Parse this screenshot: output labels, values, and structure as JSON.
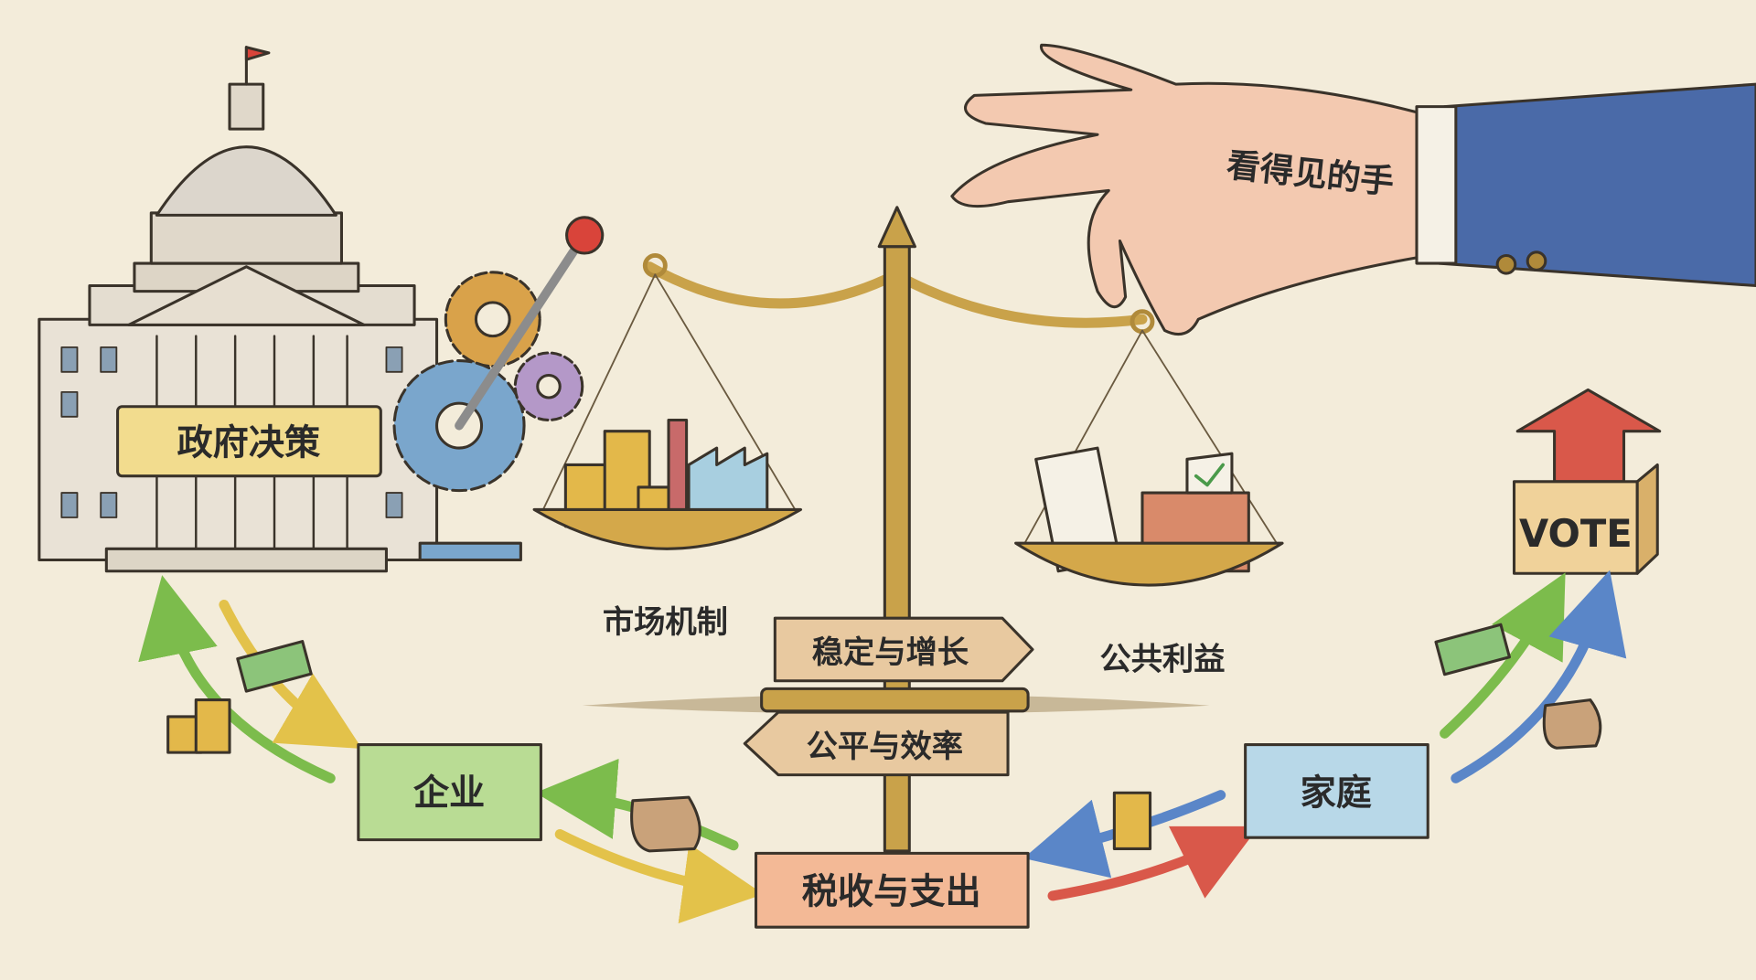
{
  "government": {
    "label": "政府决策"
  },
  "hand": {
    "label": "看得见的手"
  },
  "scale": {
    "left_pan_label": "市场机制",
    "right_pan_label": "公共利益"
  },
  "signpost": {
    "top_sign": "稳定与增长",
    "bottom_sign": "公平与效率"
  },
  "nodes": {
    "enterprise": "企业",
    "household": "家庭",
    "tax": "税收与支出"
  },
  "ballot_box": {
    "label": "VOTE"
  },
  "colors": {
    "background": "#f3ecda",
    "gov_label": "#f2dc8e",
    "enterprise": "#b9dc94",
    "household": "#b8d8e8",
    "tax": "#f3b996",
    "sleeve": "#4a6aa8",
    "brass": "#c9a24a",
    "arrow_green": "#7cbc4c",
    "arrow_yellow": "#e3c24a",
    "arrow_blue": "#5a86c8",
    "arrow_red": "#d9584a"
  }
}
